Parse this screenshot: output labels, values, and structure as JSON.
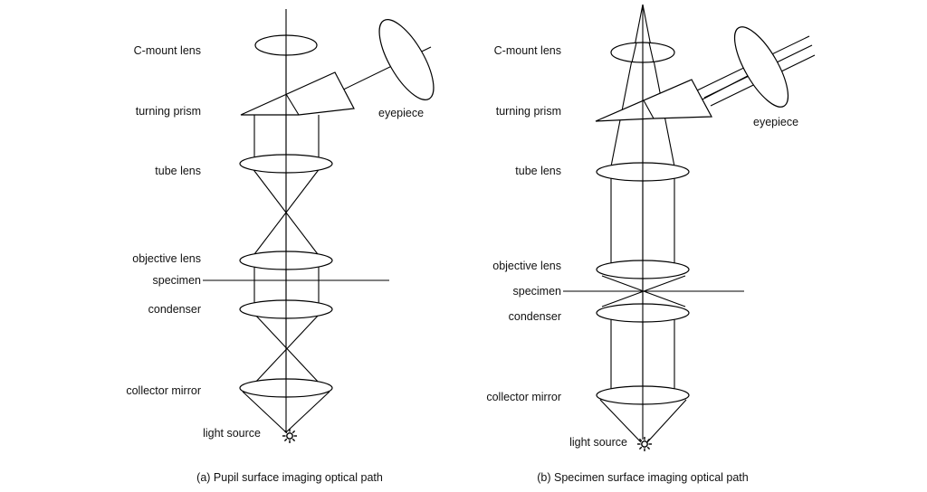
{
  "panel_a": {
    "labels": {
      "c_mount_lens": "C-mount lens",
      "turning_prism": "turning prism",
      "eyepiece": "eyepiece",
      "tube_lens": "tube lens",
      "objective_lens": "objective lens",
      "specimen": "specimen",
      "condenser": "condenser",
      "collector_mirror": "collector mirror",
      "light_source": "light source"
    },
    "caption": "(a) Pupil surface imaging optical path"
  },
  "panel_b": {
    "labels": {
      "c_mount_lens": "C-mount lens",
      "turning_prism": "turning prism",
      "eyepiece": "eyepiece",
      "tube_lens": "tube lens",
      "objective_lens": "objective lens",
      "specimen": "specimen",
      "condenser": "condenser",
      "collector_mirror": "collector mirror",
      "light_source": "light source"
    },
    "caption": "(b) Specimen surface imaging optical path"
  },
  "colors": {
    "stroke": "#000000",
    "text": "#111111",
    "background": "#ffffff"
  },
  "icons": {
    "light_source": "light-source-icon"
  }
}
